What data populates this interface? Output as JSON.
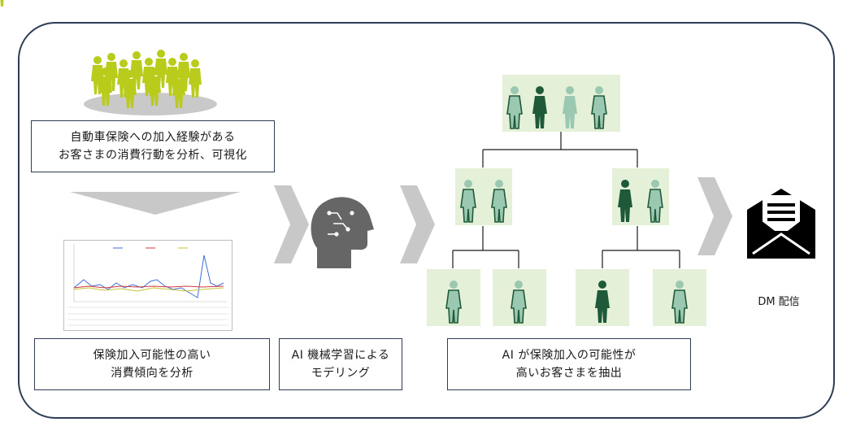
{
  "step1": {
    "line1": "自動車保険への加入経験がある",
    "line2": "お客さまの消費行動を分析、可視化"
  },
  "step2": {
    "line1": "保険加入可能性の高い",
    "line2": "消費傾向を分析"
  },
  "step3": {
    "line1": "AI 機械学習による",
    "line2": "モデリング"
  },
  "step4": {
    "line1": "AI が保険加入の可能性が",
    "line2": "高いお客さまを抽出"
  },
  "output": {
    "label": "DM 配信"
  },
  "colors": {
    "frame": "#2e3d55",
    "crowd": "#b9cc1c",
    "arrow": "#c8c8c8",
    "tree_bg": "#e4f1d8",
    "figure_dark": "#1e5a3a",
    "figure_light": "#9bc8b0"
  }
}
